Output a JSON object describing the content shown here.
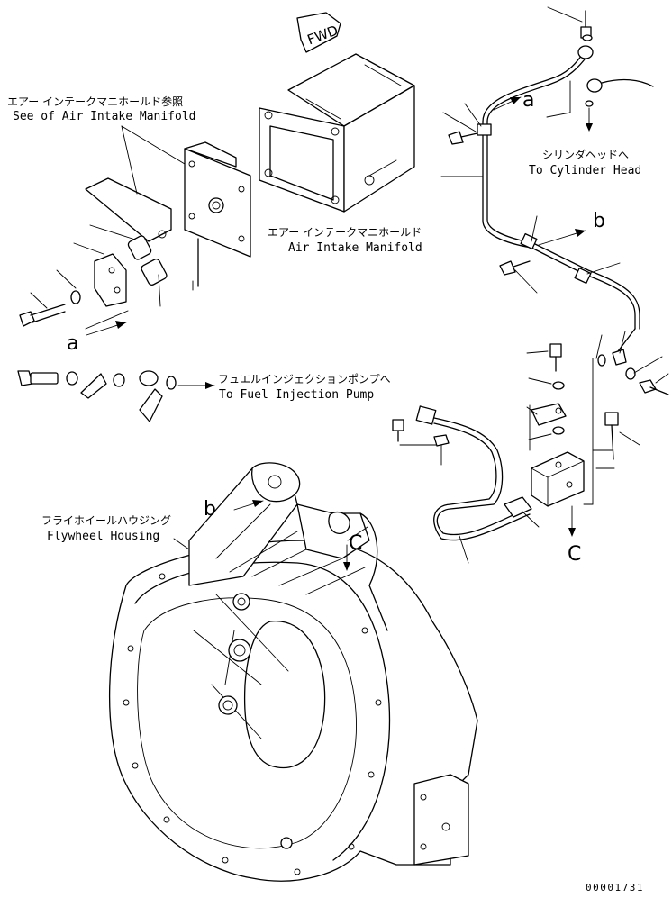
{
  "fwd_marker": "FWD",
  "labels": {
    "air_intake_ref_jp": "エアー インテークマニホールド参照",
    "air_intake_ref_en": "See of Air Intake Manifold",
    "air_intake_jp": "エアー インテークマニホールド",
    "air_intake_en": "Air Intake Manifold",
    "cylinder_head_jp": "シリンダヘッドへ",
    "cylinder_head_en": "To Cylinder Head",
    "fuel_pump_jp": "フュエルインジェクションポンプへ",
    "fuel_pump_en": "To Fuel Injection Pump",
    "flywheel_jp": "フライホイールハウジング",
    "flywheel_en": "Flywheel Housing"
  },
  "reference_letters": {
    "a_left": "a",
    "a_top": "a",
    "b_right": "b",
    "b_housing": "b",
    "c_block": "C",
    "c_housing": "C"
  },
  "drawing_code": "00001731"
}
